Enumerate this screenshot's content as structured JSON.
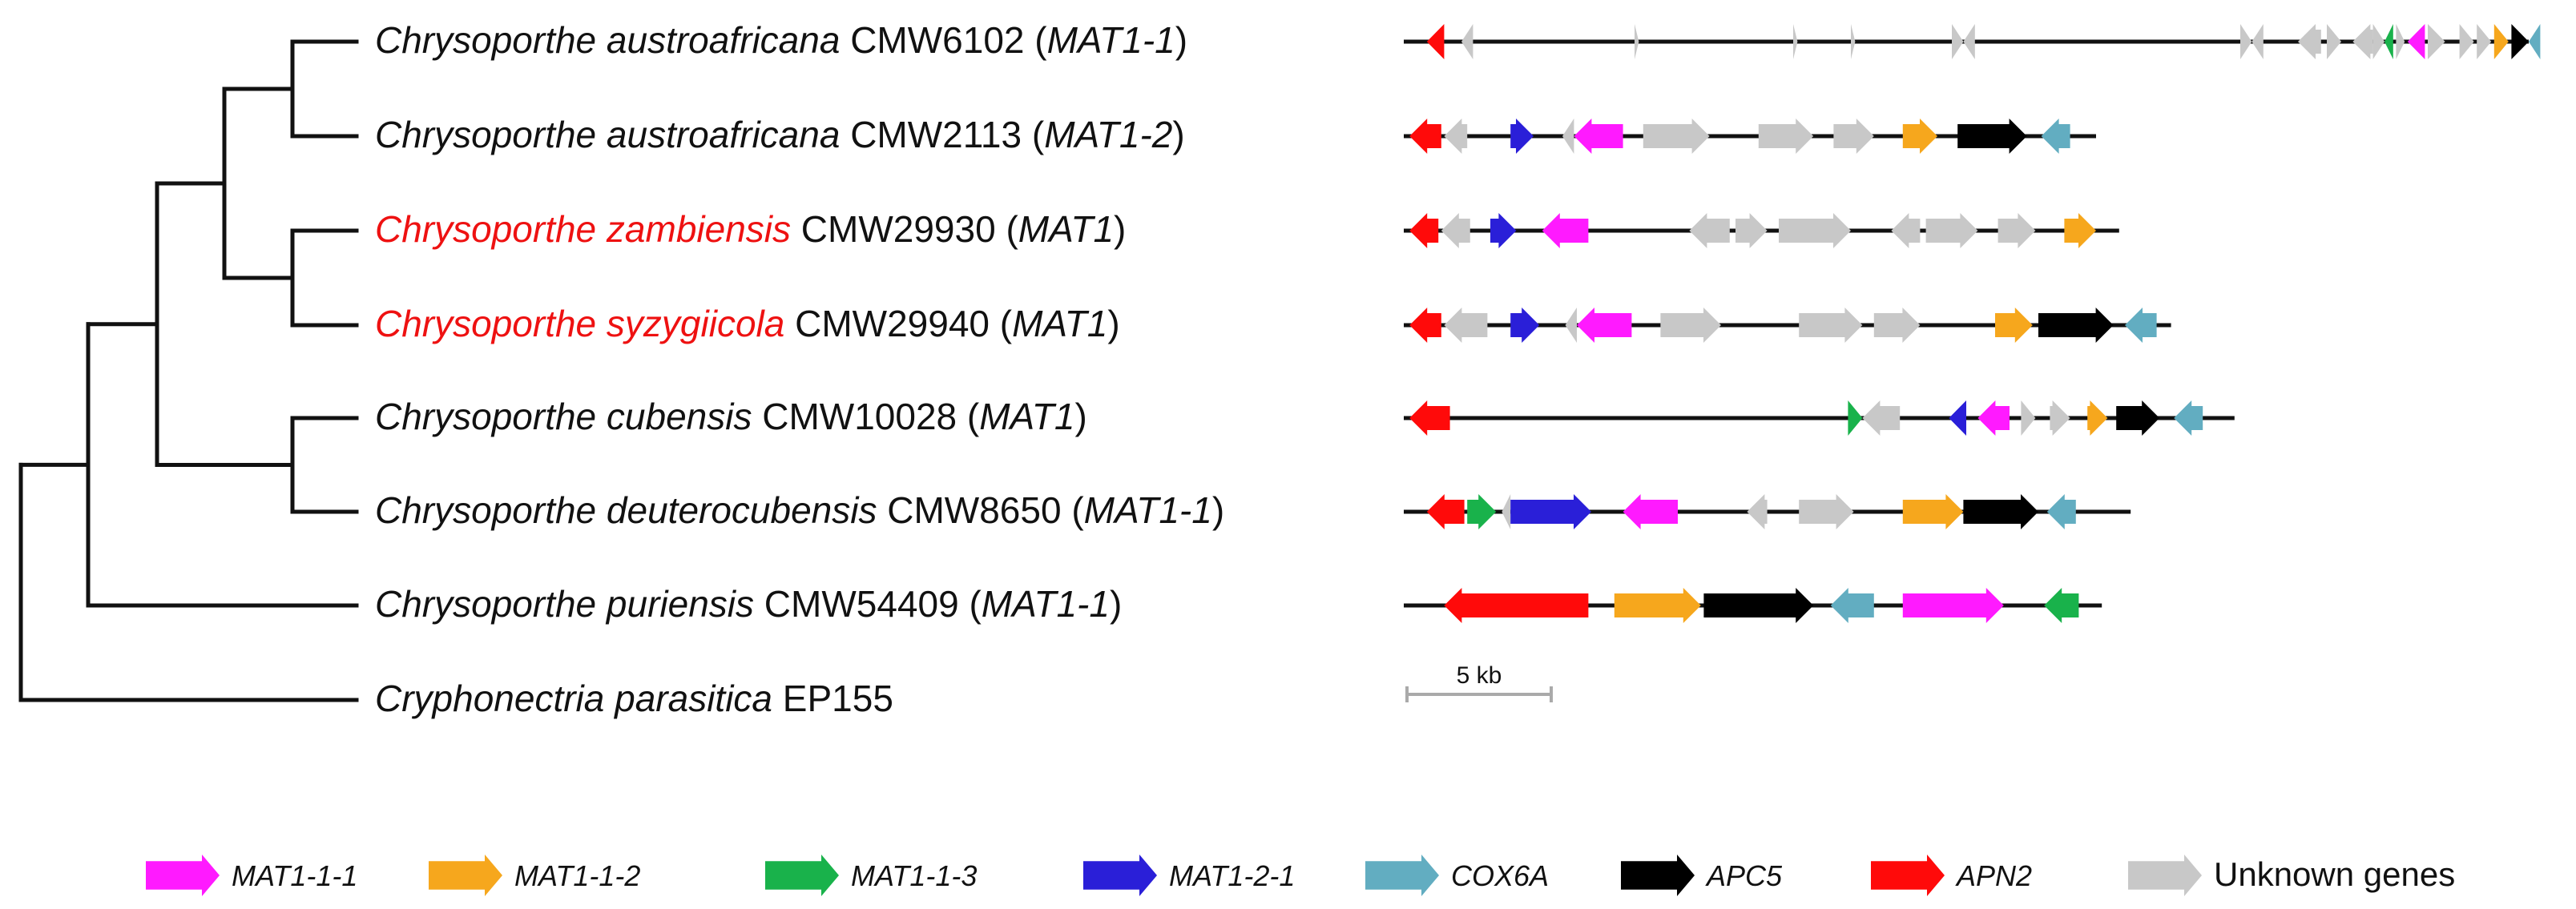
{
  "colors": {
    "line": "#111111",
    "scale": "#aaaaaa",
    "highlight_text": "#ee1111",
    "genes": {
      "MAT1-1-1": "#ff1aff",
      "MAT1-1-2": "#f6a71d",
      "MAT1-1-3": "#19b24b",
      "MAT1-2-1": "#2a1fd8",
      "COX6A": "#62adc1",
      "APC5": "#000000",
      "APN2": "#ff0a0a",
      "unknown": "#c8c8c8"
    }
  },
  "taxa": [
    {
      "genus": "Chrysoporthe",
      "epithet": "austroafricana",
      "strain": "CMW6102",
      "mat": "MAT1-1",
      "highlight": false
    },
    {
      "genus": "Chrysoporthe",
      "epithet": "austroafricana",
      "strain": "CMW2113",
      "mat": "MAT1-2",
      "highlight": false
    },
    {
      "genus": "Chrysoporthe",
      "epithet": "zambiensis",
      "strain": "CMW29930",
      "mat": "MAT1",
      "highlight": true
    },
    {
      "genus": "Chrysoporthe",
      "epithet": "syzygiicola",
      "strain": "CMW29940",
      "mat": "MAT1",
      "highlight": true
    },
    {
      "genus": "Chrysoporthe",
      "epithet": "cubensis",
      "strain": "CMW10028",
      "mat": "MAT1",
      "highlight": false
    },
    {
      "genus": "Chrysoporthe",
      "epithet": "deuterocubensis",
      "strain": "CMW8650",
      "mat": "MAT1-1",
      "highlight": false
    },
    {
      "genus": "Chrysoporthe",
      "epithet": "puriensis",
      "strain": "CMW54409",
      "mat": "MAT1-1",
      "highlight": false
    },
    {
      "genus": "Cryphonectria",
      "epithet": "parasitica",
      "strain": "EP155",
      "mat": "",
      "highlight": false
    }
  ],
  "loci": [
    {
      "length_kb": 39.0,
      "genes": [
        {
          "type": "APN2",
          "start": 0.8,
          "end": 1.4,
          "dir": -1
        },
        {
          "type": "unknown",
          "start": 2.0,
          "end": 2.4,
          "dir": -1
        },
        {
          "type": "unknown",
          "start": 8.0,
          "end": 8.15,
          "dir": 1
        },
        {
          "type": "unknown",
          "start": 13.5,
          "end": 13.65,
          "dir": 1
        },
        {
          "type": "unknown",
          "start": 15.5,
          "end": 15.65,
          "dir": 1
        },
        {
          "type": "unknown",
          "start": 19.0,
          "end": 19.4,
          "dir": 1
        },
        {
          "type": "unknown",
          "start": 19.4,
          "end": 19.8,
          "dir": -1
        },
        {
          "type": "unknown",
          "start": 29.0,
          "end": 29.4,
          "dir": 1
        },
        {
          "type": "unknown",
          "start": 29.4,
          "end": 29.8,
          "dir": -1
        },
        {
          "type": "unknown",
          "start": 31.0,
          "end": 31.8,
          "dir": -1
        },
        {
          "type": "unknown",
          "start": 32.0,
          "end": 32.5,
          "dir": 1
        },
        {
          "type": "unknown",
          "start": 32.9,
          "end": 33.6,
          "dir": -1
        },
        {
          "type": "unknown",
          "start": 33.6,
          "end": 34.0,
          "dir": 1
        },
        {
          "type": "MAT1-1-3",
          "start": 34.0,
          "end": 34.3,
          "dir": -1
        },
        {
          "type": "unknown",
          "start": 34.4,
          "end": 34.7,
          "dir": 1
        },
        {
          "type": "MAT1-1-1",
          "start": 34.8,
          "end": 35.4,
          "dir": -1
        },
        {
          "type": "unknown",
          "start": 35.5,
          "end": 36.1,
          "dir": 1
        },
        {
          "type": "unknown",
          "start": 36.6,
          "end": 37.1,
          "dir": 1
        },
        {
          "type": "unknown",
          "start": 37.2,
          "end": 37.7,
          "dir": 1
        },
        {
          "type": "MAT1-1-2",
          "start": 37.8,
          "end": 38.3,
          "dir": 1
        },
        {
          "type": "APC5",
          "start": 38.4,
          "end": 39.0,
          "dir": 1
        },
        {
          "type": "COX6A",
          "start": 39.0,
          "end": 39.4,
          "dir": -1
        }
      ]
    },
    {
      "length_kb": 24.0,
      "genes": [
        {
          "type": "APN2",
          "start": 0.2,
          "end": 1.3,
          "dir": -1
        },
        {
          "type": "unknown",
          "start": 1.4,
          "end": 2.2,
          "dir": -1
        },
        {
          "type": "MAT1-2-1",
          "start": 3.7,
          "end": 4.5,
          "dir": 1
        },
        {
          "type": "unknown",
          "start": 5.5,
          "end": 5.9,
          "dir": -1
        },
        {
          "type": "MAT1-1-1",
          "start": 5.9,
          "end": 7.6,
          "dir": -1
        },
        {
          "type": "unknown",
          "start": 8.3,
          "end": 10.6,
          "dir": 1
        },
        {
          "type": "unknown",
          "start": 12.3,
          "end": 14.2,
          "dir": 1
        },
        {
          "type": "unknown",
          "start": 14.9,
          "end": 16.3,
          "dir": 1
        },
        {
          "type": "MAT1-1-2",
          "start": 17.3,
          "end": 18.5,
          "dir": 1
        },
        {
          "type": "APC5",
          "start": 19.2,
          "end": 21.6,
          "dir": 1
        },
        {
          "type": "COX6A",
          "start": 22.1,
          "end": 23.1,
          "dir": -1
        }
      ]
    },
    {
      "length_kb": 24.8,
      "genes": [
        {
          "type": "APN2",
          "start": 0.2,
          "end": 1.2,
          "dir": -1
        },
        {
          "type": "unknown",
          "start": 1.3,
          "end": 2.3,
          "dir": -1
        },
        {
          "type": "MAT1-2-1",
          "start": 3.0,
          "end": 3.9,
          "dir": 1
        },
        {
          "type": "MAT1-1-1",
          "start": 4.8,
          "end": 6.4,
          "dir": -1
        },
        {
          "type": "unknown",
          "start": 9.9,
          "end": 11.3,
          "dir": -1
        },
        {
          "type": "unknown",
          "start": 11.5,
          "end": 12.6,
          "dir": 1
        },
        {
          "type": "unknown",
          "start": 13.0,
          "end": 15.5,
          "dir": 1
        },
        {
          "type": "unknown",
          "start": 16.9,
          "end": 17.9,
          "dir": -1
        },
        {
          "type": "unknown",
          "start": 18.1,
          "end": 19.9,
          "dir": 1
        },
        {
          "type": "unknown",
          "start": 20.6,
          "end": 21.9,
          "dir": 1
        },
        {
          "type": "MAT1-1-2",
          "start": 22.9,
          "end": 24.0,
          "dir": 1
        }
      ]
    },
    {
      "length_kb": 26.6,
      "genes": [
        {
          "type": "APN2",
          "start": 0.2,
          "end": 1.3,
          "dir": -1
        },
        {
          "type": "unknown",
          "start": 1.4,
          "end": 2.9,
          "dir": -1
        },
        {
          "type": "MAT1-2-1",
          "start": 3.7,
          "end": 4.7,
          "dir": 1
        },
        {
          "type": "unknown",
          "start": 5.6,
          "end": 6.0,
          "dir": -1
        },
        {
          "type": "MAT1-1-1",
          "start": 6.0,
          "end": 7.9,
          "dir": -1
        },
        {
          "type": "unknown",
          "start": 8.9,
          "end": 11.0,
          "dir": 1
        },
        {
          "type": "unknown",
          "start": 13.7,
          "end": 15.9,
          "dir": 1
        },
        {
          "type": "unknown",
          "start": 16.3,
          "end": 17.9,
          "dir": 1
        },
        {
          "type": "MAT1-1-2",
          "start": 20.5,
          "end": 21.8,
          "dir": 1
        },
        {
          "type": "APC5",
          "start": 22.0,
          "end": 24.6,
          "dir": 1
        },
        {
          "type": "COX6A",
          "start": 25.0,
          "end": 26.1,
          "dir": -1
        }
      ]
    },
    {
      "length_kb": 28.8,
      "genes": [
        {
          "type": "APN2",
          "start": 0.2,
          "end": 1.6,
          "dir": -1
        },
        {
          "type": "MAT1-1-3",
          "start": 15.4,
          "end": 15.9,
          "dir": 1
        },
        {
          "type": "unknown",
          "start": 15.9,
          "end": 17.2,
          "dir": -1
        },
        {
          "type": "MAT1-2-1",
          "start": 18.9,
          "end": 19.5,
          "dir": -1
        },
        {
          "type": "MAT1-1-1",
          "start": 19.9,
          "end": 21.0,
          "dir": -1
        },
        {
          "type": "unknown",
          "start": 21.4,
          "end": 21.9,
          "dir": 1
        },
        {
          "type": "unknown",
          "start": 22.4,
          "end": 23.1,
          "dir": 1
        },
        {
          "type": "MAT1-1-2",
          "start": 23.7,
          "end": 24.4,
          "dir": 1
        },
        {
          "type": "APC5",
          "start": 24.7,
          "end": 26.2,
          "dir": 1
        },
        {
          "type": "COX6A",
          "start": 26.7,
          "end": 27.7,
          "dir": -1
        }
      ]
    },
    {
      "length_kb": 25.2,
      "genes": [
        {
          "type": "APN2",
          "start": 0.8,
          "end": 2.1,
          "dir": -1
        },
        {
          "type": "MAT1-1-3",
          "start": 2.2,
          "end": 3.2,
          "dir": 1
        },
        {
          "type": "unknown",
          "start": 3.4,
          "end": 3.7,
          "dir": -1
        },
        {
          "type": "MAT1-2-1",
          "start": 3.7,
          "end": 6.5,
          "dir": 1
        },
        {
          "type": "MAT1-1-1",
          "start": 7.6,
          "end": 9.5,
          "dir": -1
        },
        {
          "type": "unknown",
          "start": 11.9,
          "end": 12.6,
          "dir": -1
        },
        {
          "type": "unknown",
          "start": 13.7,
          "end": 15.6,
          "dir": 1
        },
        {
          "type": "MAT1-1-2",
          "start": 17.3,
          "end": 19.4,
          "dir": 1
        },
        {
          "type": "APC5",
          "start": 19.4,
          "end": 22.0,
          "dir": 1
        },
        {
          "type": "COX6A",
          "start": 22.3,
          "end": 23.3,
          "dir": -1
        }
      ]
    },
    {
      "length_kb": 24.2,
      "genes": [
        {
          "type": "APN2",
          "start": 1.4,
          "end": 6.4,
          "dir": -1
        },
        {
          "type": "MAT1-1-2",
          "start": 7.3,
          "end": 10.3,
          "dir": 1
        },
        {
          "type": "APC5",
          "start": 10.4,
          "end": 14.2,
          "dir": 1
        },
        {
          "type": "COX6A",
          "start": 14.8,
          "end": 16.3,
          "dir": -1
        },
        {
          "type": "MAT1-1-1",
          "start": 17.3,
          "end": 20.8,
          "dir": 1
        },
        {
          "type": "MAT1-1-3",
          "start": 22.2,
          "end": 23.4,
          "dir": -1
        }
      ]
    },
    null
  ],
  "scale_bar": {
    "label": "5 kb",
    "length_kb": 5
  },
  "legend": [
    {
      "type": "MAT1-1-1",
      "label": "MAT1-1-1",
      "italic": true
    },
    {
      "type": "MAT1-1-2",
      "label": "MAT1-1-2",
      "italic": true
    },
    {
      "type": "MAT1-1-3",
      "label": "MAT1-1-3",
      "italic": true
    },
    {
      "type": "MAT1-2-1",
      "label": "MAT1-2-1",
      "italic": true
    },
    {
      "type": "COX6A",
      "label": "COX6A",
      "italic": true
    },
    {
      "type": "APC5",
      "label": "APC5",
      "italic": true
    },
    {
      "type": "APN2",
      "label": "APN2",
      "italic": true
    },
    {
      "type": "unknown",
      "label": "Unknown genes",
      "italic": false
    }
  ]
}
